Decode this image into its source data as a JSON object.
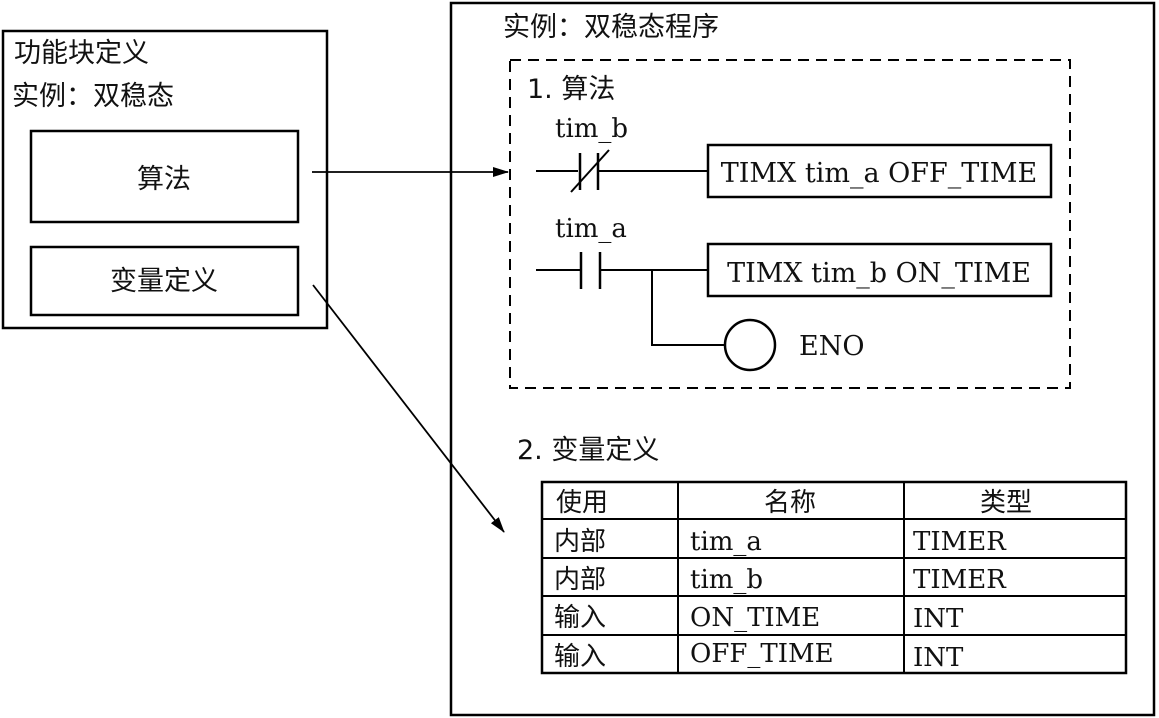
{
  "fb_definition": {
    "title": "功能块定义",
    "example": "实例：双稳态",
    "algorithm_label": "算法",
    "variables_label": "变量定义"
  },
  "program": {
    "title": "实例：双稳态程序",
    "algorithm_section": "1. 算法",
    "rung1": {
      "contact_label": "tim_b",
      "block_label": "TIMX tim_a OFF_TIME"
    },
    "rung2": {
      "contact_label": "tim_a",
      "block_label": "TIMX tim_b ON_TIME",
      "coil_label": "ENO"
    },
    "variables_section": "2. 变量定义",
    "table": {
      "headers": [
        "使用",
        "名称",
        "类型"
      ],
      "rows": [
        [
          "内部",
          "tim_a",
          "TIMER"
        ],
        [
          "内部",
          "tim_b",
          "TIMER"
        ],
        [
          "输入",
          "ON_TIME",
          "INT"
        ],
        [
          "输入",
          "OFF_TIME",
          "INT"
        ]
      ]
    }
  }
}
